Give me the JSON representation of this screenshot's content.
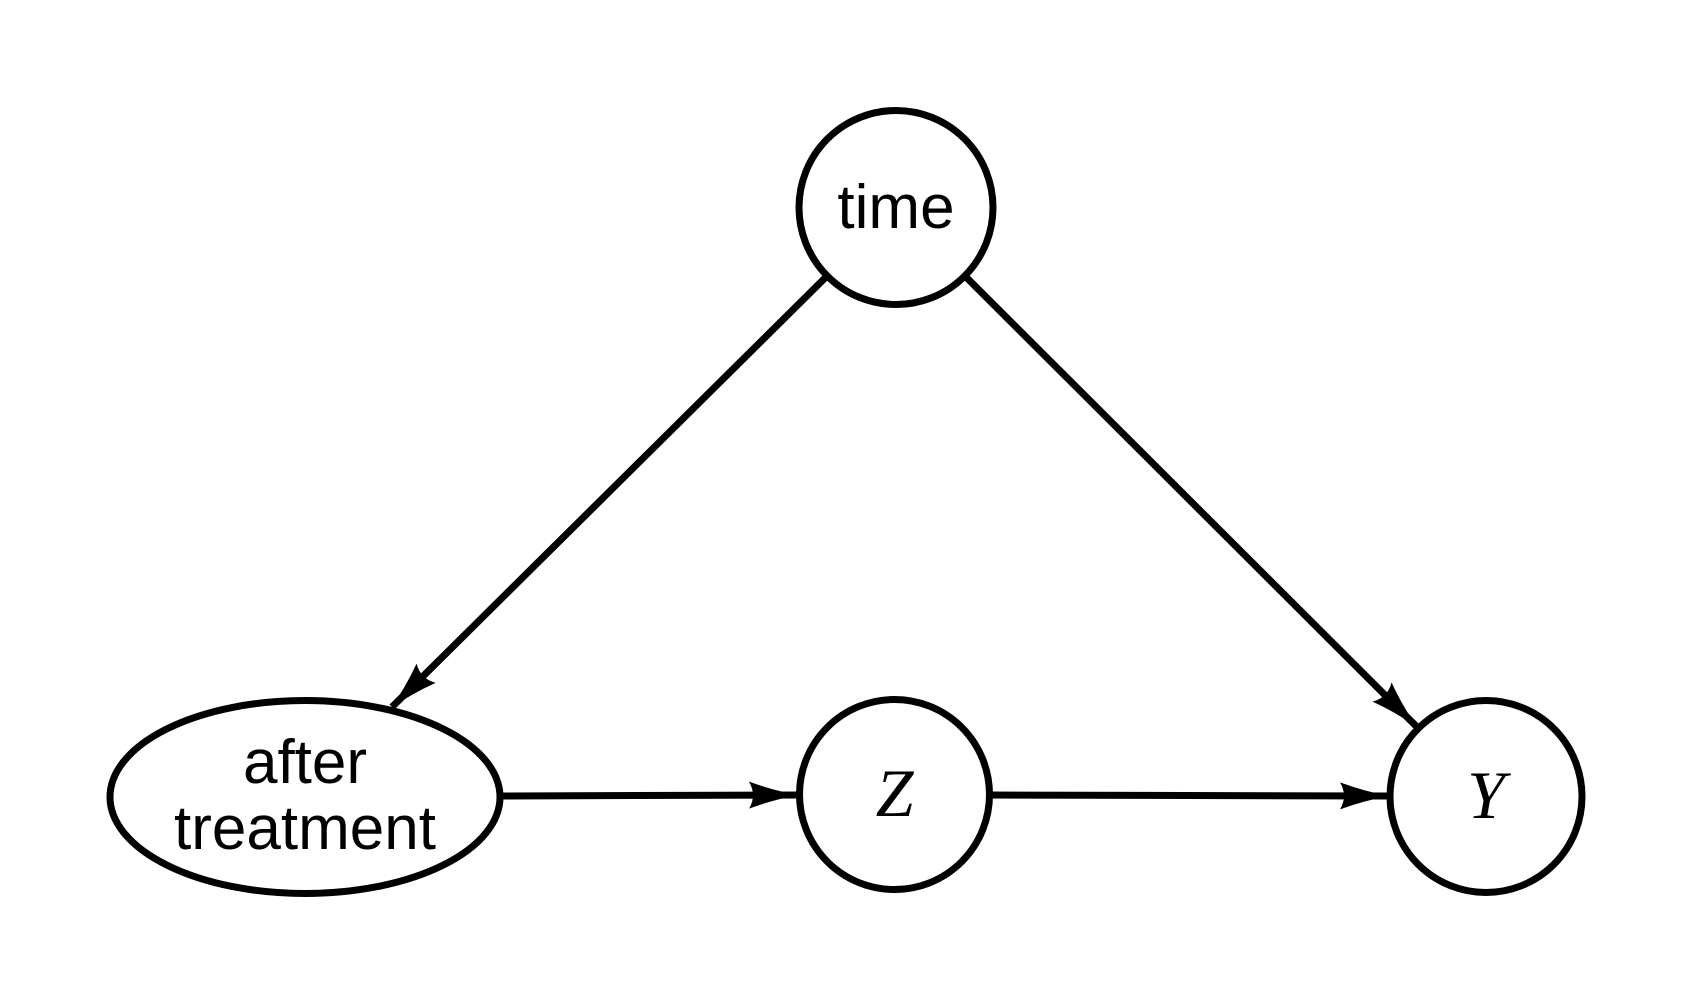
{
  "diagram": {
    "type": "causal-dag",
    "background_color": "#ffffff",
    "stroke_color": "#000000",
    "nodes": {
      "time": {
        "label": "time",
        "shape": "circle"
      },
      "after_treatment": {
        "label_line1": "after",
        "label_line2": "treatment",
        "shape": "ellipse"
      },
      "z": {
        "label": "Z",
        "shape": "circle"
      },
      "y": {
        "label": "Y",
        "shape": "circle"
      }
    },
    "edges": [
      {
        "from": "time",
        "to": "after_treatment",
        "directed": true
      },
      {
        "from": "time",
        "to": "y",
        "directed": true
      },
      {
        "from": "after_treatment",
        "to": "z",
        "directed": true
      },
      {
        "from": "z",
        "to": "y",
        "directed": true
      }
    ]
  }
}
